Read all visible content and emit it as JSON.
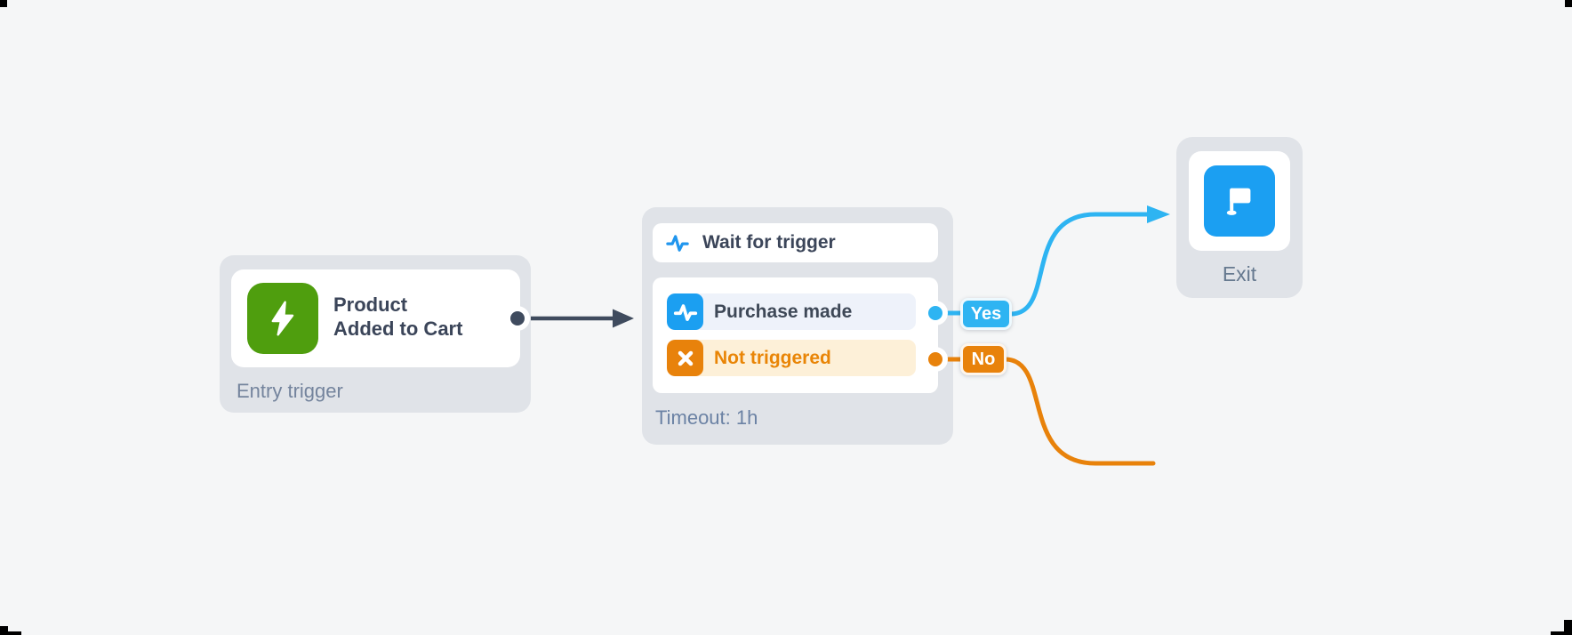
{
  "colors": {
    "background": "#f5f6f7",
    "node_container": "#e0e3e8",
    "card": "#ffffff",
    "title_text": "#3b4559",
    "muted_label": "#74849d",
    "green": "#4f9e0e",
    "blue": "#1b9ff1",
    "cyan": "#2eb4f2",
    "orange": "#e8820b",
    "blue_row_bg": "#eef2fa",
    "orange_row_bg": "#fdf0d8",
    "dark_connector": "#3f4b5e"
  },
  "entry_node": {
    "title_line1": "Product",
    "title_line2": "Added to Cart",
    "label": "Entry trigger",
    "icon": "lightning-icon"
  },
  "wait_node": {
    "header": "Wait for trigger",
    "header_icon": "activity-icon",
    "branches": [
      {
        "label": "Purchase made",
        "icon": "activity-icon",
        "badge": "Yes"
      },
      {
        "label": "Not triggered",
        "icon": "x-icon",
        "badge": "No"
      }
    ],
    "footer": "Timeout: 1h"
  },
  "exit_node": {
    "label": "Exit",
    "icon": "flag-icon"
  },
  "badges": {
    "yes": "Yes",
    "no": "No"
  }
}
